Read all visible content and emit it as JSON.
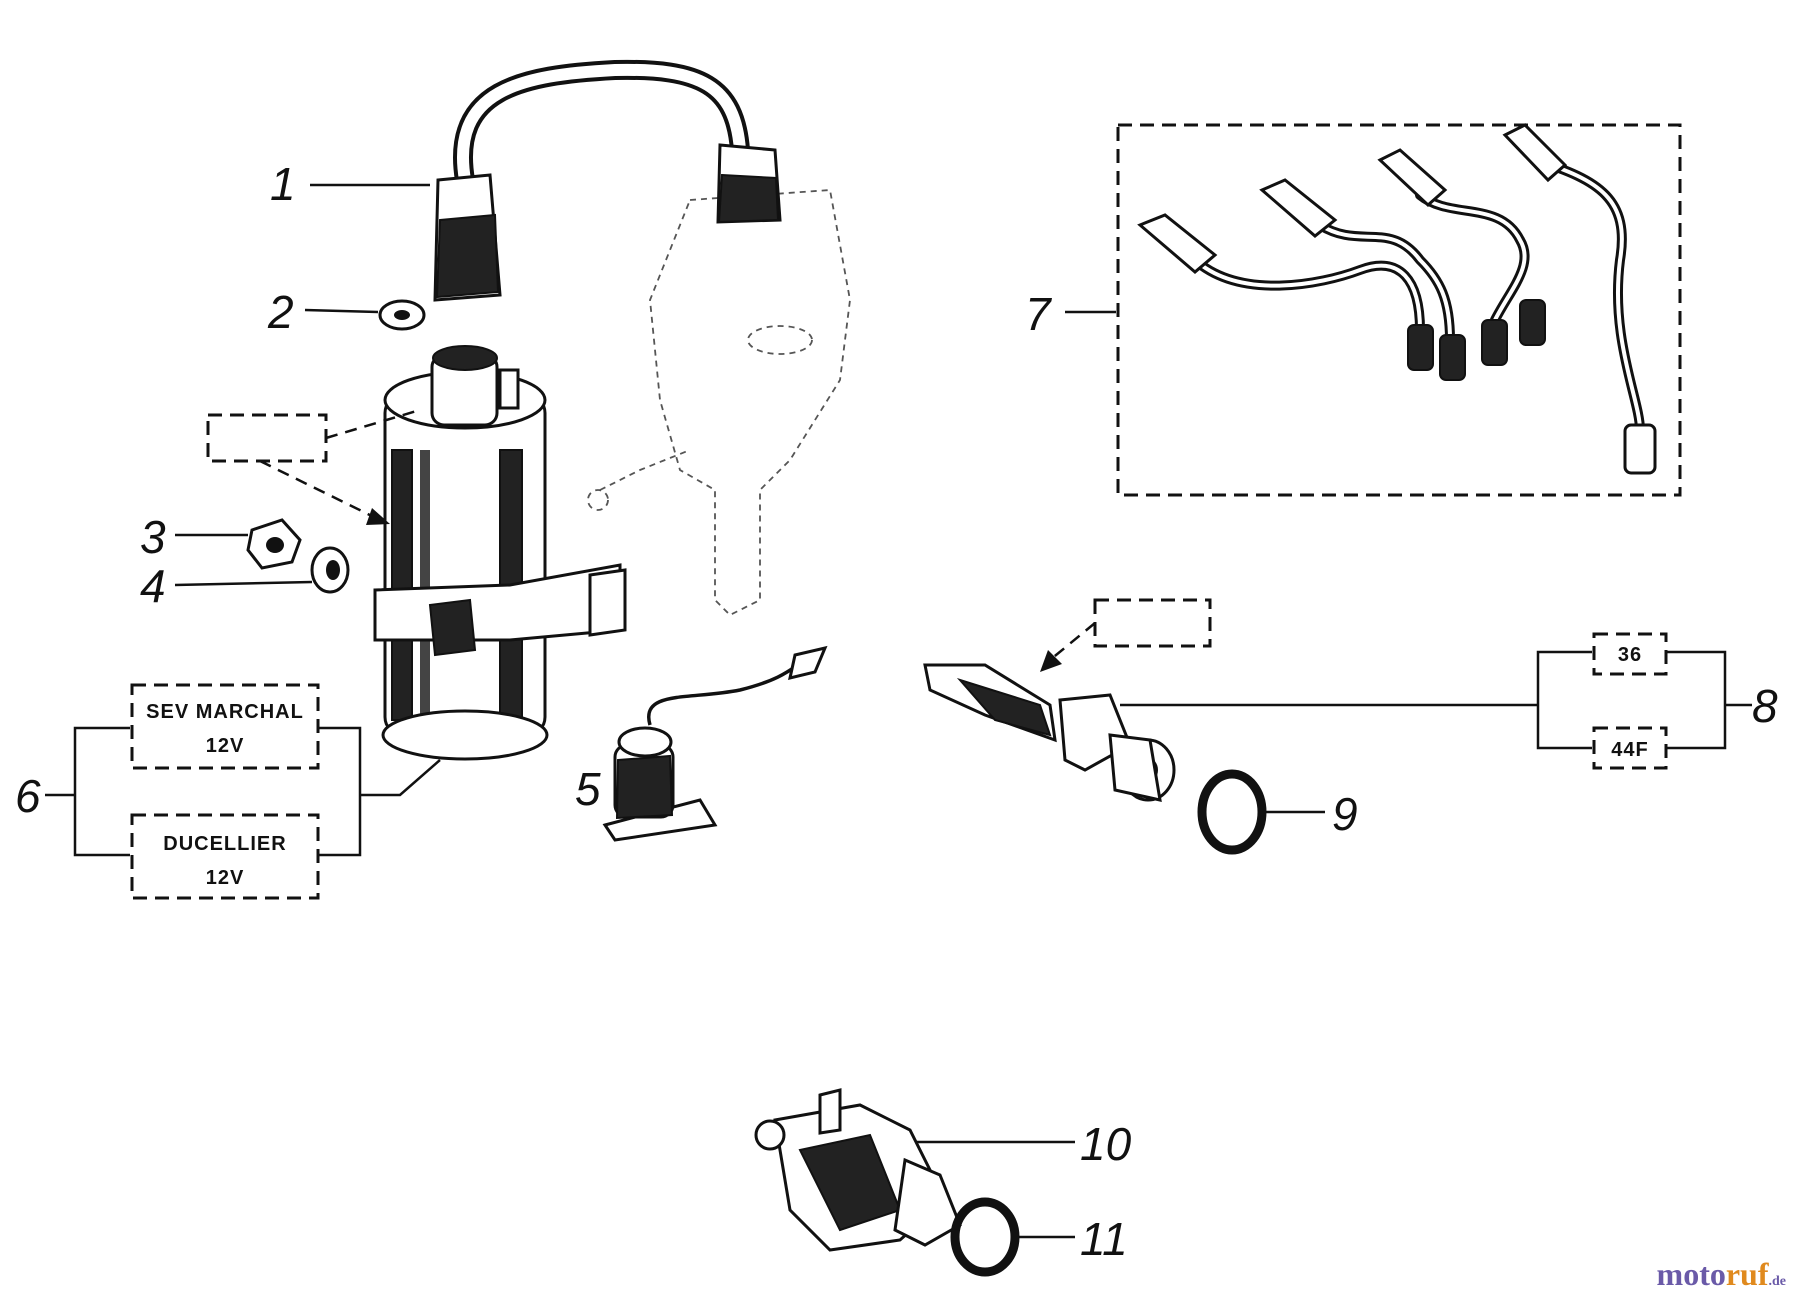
{
  "callouts": [
    "1",
    "2",
    "3",
    "4",
    "5",
    "6",
    "7",
    "8",
    "9",
    "10",
    "11"
  ],
  "coil_variants": [
    {
      "line1": "SEV MARCHAL",
      "line2": "12V"
    },
    {
      "line1": "DUCELLIER",
      "line2": "12V"
    }
  ],
  "plug_variants": [
    "36",
    "44F"
  ],
  "watermark": {
    "part1": "moto",
    "part2": "ruf",
    "tld": ".de"
  }
}
